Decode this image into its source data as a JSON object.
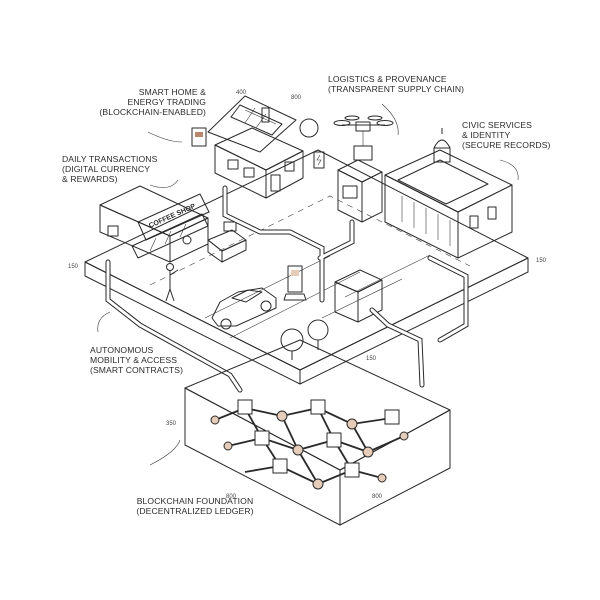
{
  "callouts": {
    "smart_home": [
      "SMART HOME &",
      "ENERGY TRADING",
      "(BLOCKCHAIN-ENABLED)"
    ],
    "daily": [
      "DAILY TRANSACTIONS",
      "(DIGITAL CURRENCY",
      "& REWARDS)"
    ],
    "logistics": [
      "LOGISTICS & PROVENANCE",
      "(TRANSPARENT SUPPLY CHAIN)"
    ],
    "civic": [
      "CIVIC SERVICES",
      "& IDENTITY",
      "(SECURE RECORDS)"
    ],
    "mobility": [
      "AUTONOMOUS",
      "MOBILITY & ACCESS",
      "(SMART CONTRACTS)"
    ],
    "foundation": [
      "BLOCKCHAIN FOUNDATION",
      "(DECENTRALIZED LEDGER)"
    ]
  },
  "signage": {
    "coffee_shop": "COFFEE SHOP"
  },
  "dimensions": {
    "roof_left": "400",
    "roof_right": "800",
    "block_left": "150",
    "block_right": "150",
    "pit_height": "350",
    "pit_mid": "150",
    "base_left": "800",
    "base_right": "800"
  },
  "colors": {
    "ink": "#2a2a2a",
    "accent": "#b8866a",
    "accent_light": "#e6cdb9",
    "paper": "#ffffff"
  }
}
